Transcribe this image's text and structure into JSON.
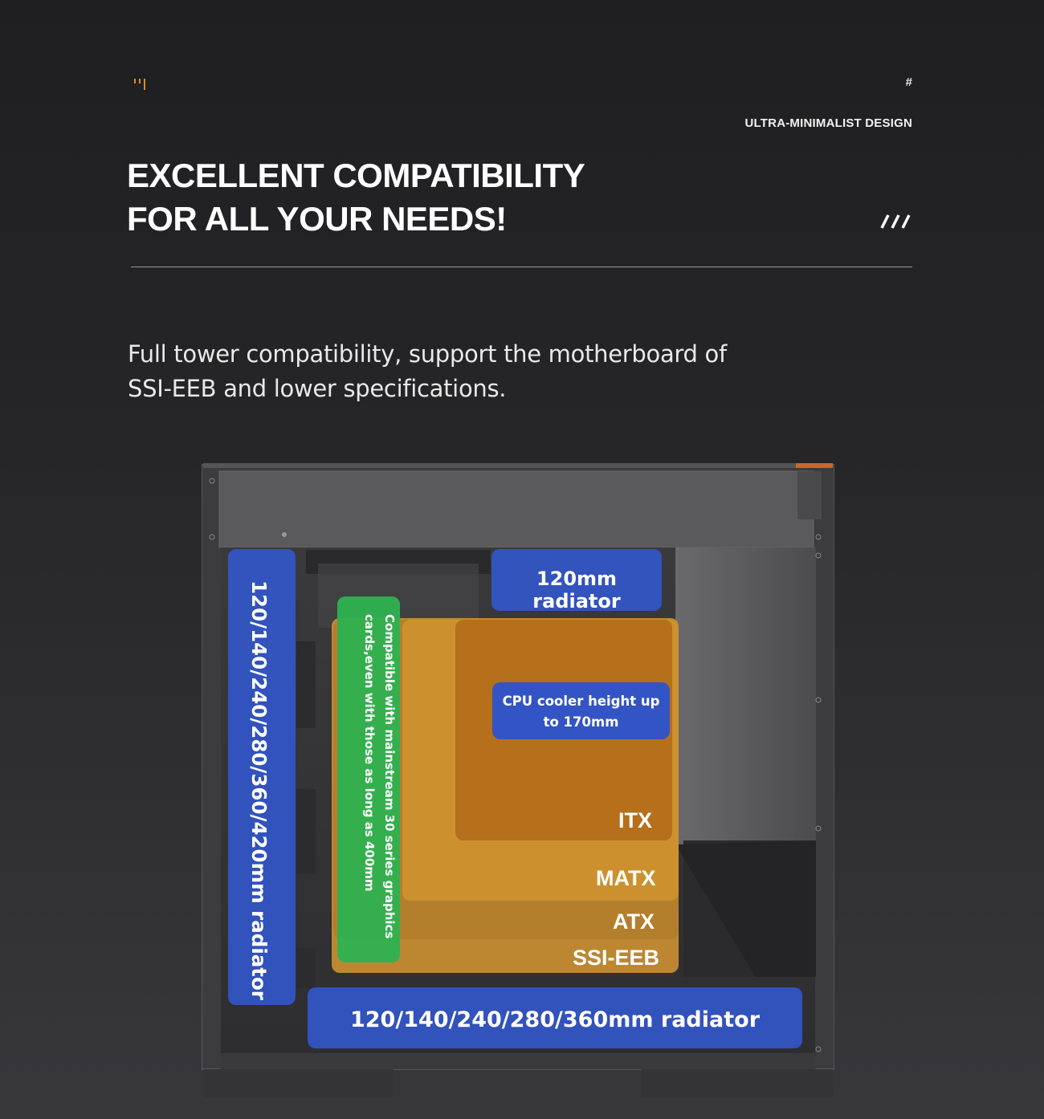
{
  "header": {
    "hash": "#",
    "tagline": "ULTRA-MINIMALIST DESIGN",
    "headline_line1": "EXCELLENT COMPATIBILITY",
    "headline_line2": "FOR ALL YOUR NEEDS!"
  },
  "description": {
    "line1": "Full tower compatibility, support the motherboard of",
    "line2": "SSI-EEB and lower specifications."
  },
  "diagram": {
    "side_radiator": "120/140/240/280/360/420mm radiator",
    "top_radiator": "120mm radiator",
    "bottom_radiator": "120/140/240/280/360mm radiator",
    "gpu_line1": "Compatible with mainstream 30 series graphics",
    "gpu_line2": "cards,even with those as long as 400mm",
    "cpu_line1": "CPU cooler height up",
    "cpu_line2": "to 170mm",
    "form_factors": {
      "itx": "ITX",
      "matx": "MATX",
      "atx": "ATX",
      "ssi_eeb": "SSI-EEB"
    }
  },
  "colors": {
    "radiator_blue": "#3354c4",
    "gpu_green": "#2fb050",
    "ssi_eeb": "#c98b2a",
    "atx": "#b7832e",
    "matx": "#c78f2c",
    "itx": "#b6701a",
    "accent_orange": "#e08a1e"
  }
}
